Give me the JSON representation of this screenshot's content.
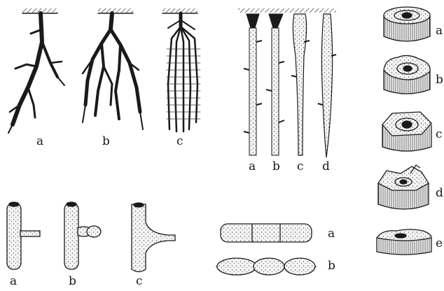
{
  "panels": {
    "root_systems": {
      "labels": [
        "a",
        "b",
        "c"
      ]
    },
    "root_segments": {
      "labels": [
        "a",
        "b",
        "c",
        "d"
      ]
    },
    "cross_sections": {
      "labels": [
        "a",
        "b",
        "c",
        "d",
        "e"
      ]
    },
    "branch_junctions": {
      "labels": [
        "a",
        "b",
        "c"
      ]
    },
    "root_beads": {
      "labels": [
        "a",
        "b"
      ]
    }
  },
  "colors": {
    "ink": "#1a1a1a",
    "fill": "#f2f2f2",
    "stipple": "#555555"
  }
}
